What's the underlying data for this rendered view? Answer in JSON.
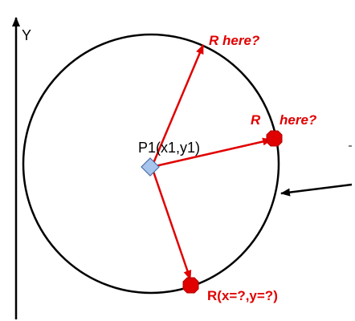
{
  "axis": {
    "y_label": "Y"
  },
  "point": {
    "label": "P1(x1,y1)"
  },
  "labels": {
    "r_top": "R here?",
    "r_right_prefix": "R",
    "r_right_suffix": "here?",
    "r_bottom": "R(x=?,y=?)"
  },
  "colors": {
    "arrow": "#e00000",
    "dot": "#e00000",
    "circle": "#000000",
    "axis": "#000000",
    "center_fill": "#a7c4ec",
    "center_stroke": "#4a6fa5",
    "label_text": "#e00000",
    "black_text": "#000000"
  }
}
